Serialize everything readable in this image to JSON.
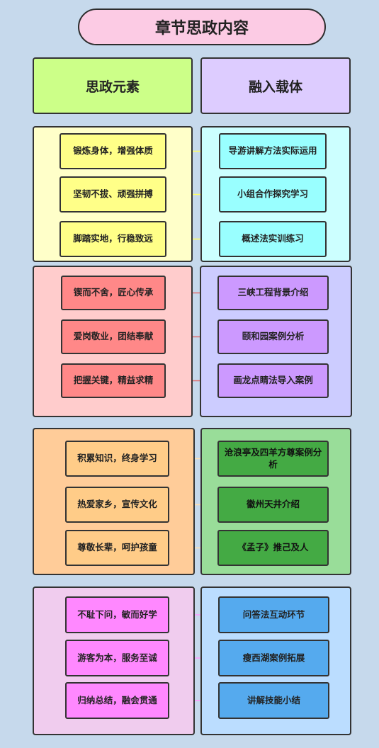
{
  "title": "章节思政内容",
  "headers": {
    "left": "思政元素",
    "right": "融入载体"
  },
  "groups": [
    {
      "left_items": [
        "锻炼身体，增强体质",
        "坚韧不拔、顽强拼搏",
        "脚踏实地，行稳致远"
      ],
      "right_items": [
        "导游讲解方法实际运用",
        "小组合作探究学习",
        "概述法实训练习"
      ],
      "colors": {
        "left_panel": "#ffffc9",
        "left_box": "#ffff88",
        "right_panel": "#ccffff",
        "right_box": "#99ffff",
        "arrow": "#ffff66"
      }
    },
    {
      "left_items": [
        "锲而不舍，匠心传承",
        "爱岗敬业，团结奉献",
        "把握关键，精益求精"
      ],
      "right_items": [
        "三峡工程背景介绍",
        "颐和园案例分析",
        "画龙点睛法导入案例"
      ],
      "colors": {
        "left_panel": "#ffcccc",
        "left_box": "#ff8888",
        "right_panel": "#ccccff",
        "right_box": "#cc99ff",
        "arrow": "#e07070"
      }
    },
    {
      "left_items": [
        "积累知识，终身学习",
        "热爱家乡，宣传文化",
        "尊敬长辈，呵护孩童"
      ],
      "right_items": [
        "沧浪亭及四羊方尊案例分析",
        "徽州天井介绍",
        "《孟子》推己及人"
      ],
      "colors": {
        "left_panel": "#ffcc99",
        "left_box": "#ffcc88",
        "right_panel": "#99dd99",
        "right_box": "#44aa44",
        "arrow": "#ffe0b0"
      }
    },
    {
      "left_items": [
        "不耻下问，敏而好学",
        "游客为本，服务至诚",
        "归纳总结，融会贯通"
      ],
      "right_items": [
        "问答法互动环节",
        "瘦西湖案例拓展",
        "讲解技能小结"
      ],
      "colors": {
        "left_panel": "#f0ccee",
        "left_box": "#ff88ff",
        "right_panel": "#bbddff",
        "right_box": "#55aaee",
        "arrow": "#ff99ff"
      }
    }
  ],
  "header_colors": {
    "left": "#ccff88",
    "right": "#ddccff"
  }
}
